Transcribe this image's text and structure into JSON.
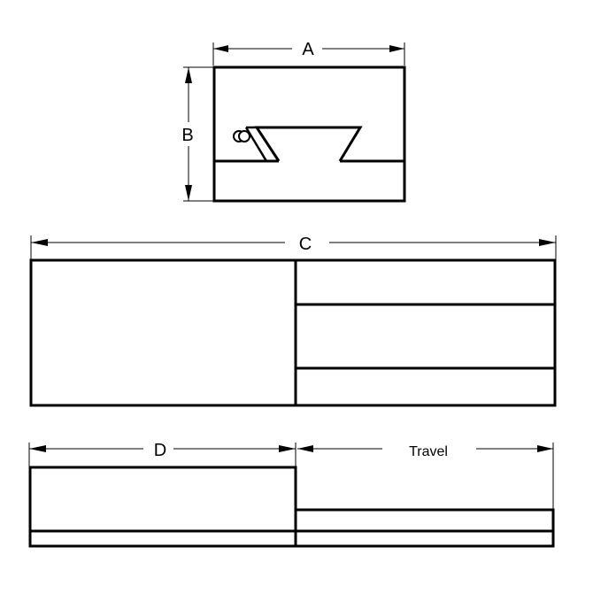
{
  "drawing": {
    "line_color": "#000000",
    "background": "#ffffff",
    "end_view": {
      "dimensions": {
        "width_label": "A",
        "height_label": "B"
      },
      "features": [
        "dovetail-slide",
        "lock-screw"
      ]
    },
    "top_view": {
      "dimensions": {
        "length_label": "C"
      }
    },
    "side_view": {
      "dimensions": {
        "carriage_label": "D",
        "travel_label": "Travel"
      }
    }
  }
}
